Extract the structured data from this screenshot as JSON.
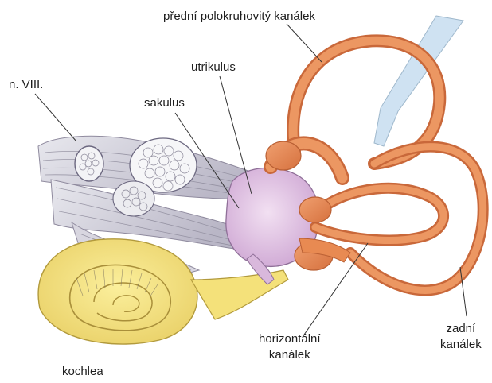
{
  "labels": {
    "anterior_canal": "přední polokruhovitý kanálek",
    "nerve": "n. VIII.",
    "utricle": "utrikulus",
    "saccule": "sakulus",
    "cochlea": "kochlea",
    "horizontal_canal_line1": "horizontální",
    "horizontal_canal_line2": "kanálek",
    "posterior_canal_line1": "zadní",
    "posterior_canal_line2": "kanálek"
  },
  "colors": {
    "canal_orange": "#e88a52",
    "canal_dark": "#c9683a",
    "cochlea_yellow": "#f5e27a",
    "cochlea_dark": "#c9b24a",
    "utricle_pink": "#e6c7e8",
    "nerve_grey": "#cfcfd6",
    "duct_blue": "#c6dcee",
    "leader_line": "#333333"
  }
}
